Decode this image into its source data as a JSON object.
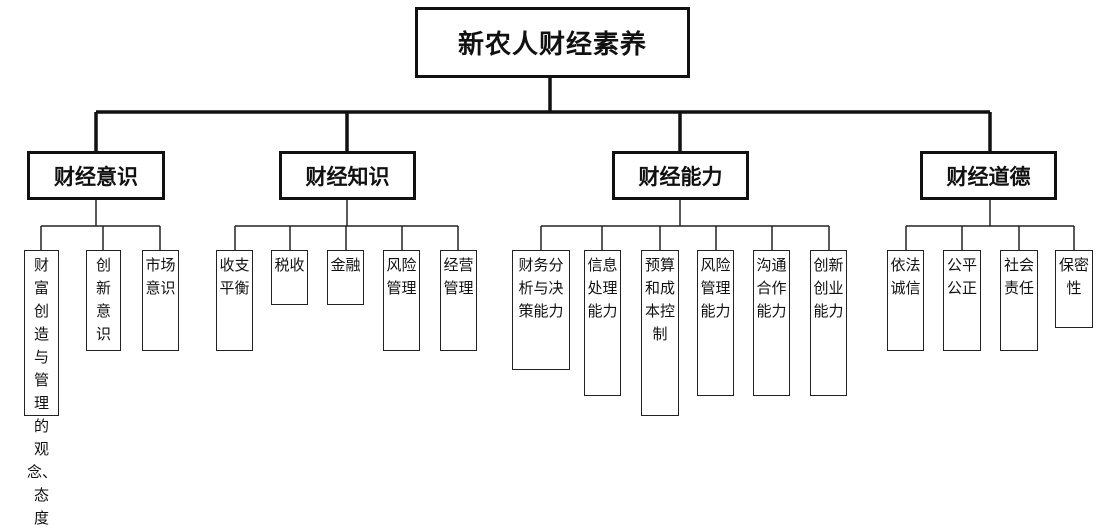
{
  "root": "新农人财经素养",
  "categories": [
    {
      "label": "财经意识",
      "items": [
        "财富创造与管理的观念、态度",
        "创新意识",
        "市场意识"
      ]
    },
    {
      "label": "财经知识",
      "items": [
        "收支平衡",
        "税收",
        "金融",
        "风险管理",
        "经营管理"
      ]
    },
    {
      "label": "财经能力",
      "items": [
        "财务分析与决策能力",
        "信息处理能力",
        "预算和成本控制",
        "风险管理能力",
        "沟通合作能力",
        "创新创业能力"
      ]
    },
    {
      "label": "财经道德",
      "items": [
        "依法诚信",
        "公平公正",
        "社会责任",
        "保密性"
      ]
    }
  ]
}
